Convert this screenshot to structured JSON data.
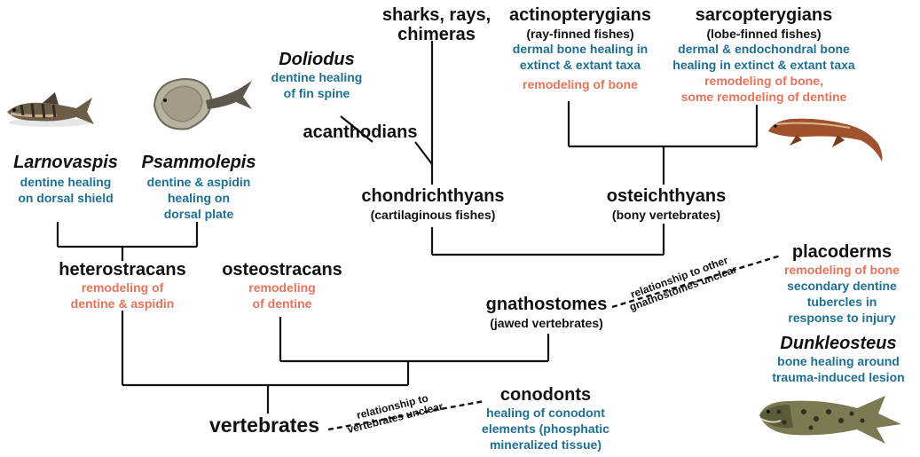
{
  "colors": {
    "line": "#111111",
    "healing_text": "#1d6f93",
    "remodeling_text": "#e8735a"
  },
  "taxa": {
    "sharks": {
      "name_1": "sharks, rays,",
      "name_2": "chimeras"
    },
    "actinopterygians": {
      "name": "actinopterygians",
      "common": "(ray-finned fishes)",
      "healing_1": "dermal bone healing in",
      "healing_2": "extinct & extant taxa",
      "remodeling": "remodeling of bone"
    },
    "sarcopterygians": {
      "name": "sarcopterygians",
      "common": "(lobe-finned fishes)",
      "healing_1": "dermal & endochondral bone",
      "healing_2": "healing in extinct & extant taxa",
      "remodeling_1": "remodeling of bone,",
      "remodeling_2": "some remodeling of dentine"
    },
    "doliodus": {
      "name": "Doliodus",
      "healing_1": "dentine healing",
      "healing_2": "of fin spine"
    },
    "acanthodians": {
      "name": "acanthodians"
    },
    "larnovaspis": {
      "name": "Larnovaspis",
      "healing_1": "dentine healing",
      "healing_2": "on dorsal shield"
    },
    "psammolepis": {
      "name": "Psammolepis",
      "healing_1": "dentine & aspidin",
      "healing_2": "healing on",
      "healing_3": "dorsal plate"
    },
    "chondrichthyans": {
      "name": "chondrichthyans",
      "common": "(cartilaginous fishes)"
    },
    "osteichthyans": {
      "name": "osteichthyans",
      "common": "(bony vertebrates)"
    },
    "heterostracans": {
      "name": "heterostracans",
      "remodeling_1": "remodeling of",
      "remodeling_2": "dentine & aspidin"
    },
    "osteostracans": {
      "name": "osteostracans",
      "remodeling_1": "remodeling",
      "remodeling_2": "of dentine"
    },
    "gnathostomes": {
      "name": "gnathostomes",
      "common": "(jawed vertebrates)"
    },
    "placoderms": {
      "name": "placoderms",
      "remodeling": "remodeling of bone",
      "healing_1": "secondary dentine",
      "healing_2": "tubercles in",
      "healing_3": "response to injury"
    },
    "dunkleosteus": {
      "name": "Dunkleosteus",
      "healing_1": "bone healing around",
      "healing_2": "trauma-induced lesion"
    },
    "vertebrates": {
      "name": "vertebrates"
    },
    "conodonts": {
      "name": "conodonts",
      "healing_1": "healing of conodont",
      "healing_2": "elements (phosphatic",
      "healing_3": "mineralized tissue)"
    }
  },
  "uncertain_links": {
    "placoderms": {
      "line_1": "relationship to other",
      "line_2": "gnathostomes unclear"
    },
    "conodonts": {
      "line_1": "relationship to",
      "line_2": "vertebrates unclear"
    }
  },
  "illustrations": [
    "larnovaspis-fish",
    "psammolepis-fish",
    "lobe-finned-fish",
    "dunkleosteus-fish"
  ]
}
